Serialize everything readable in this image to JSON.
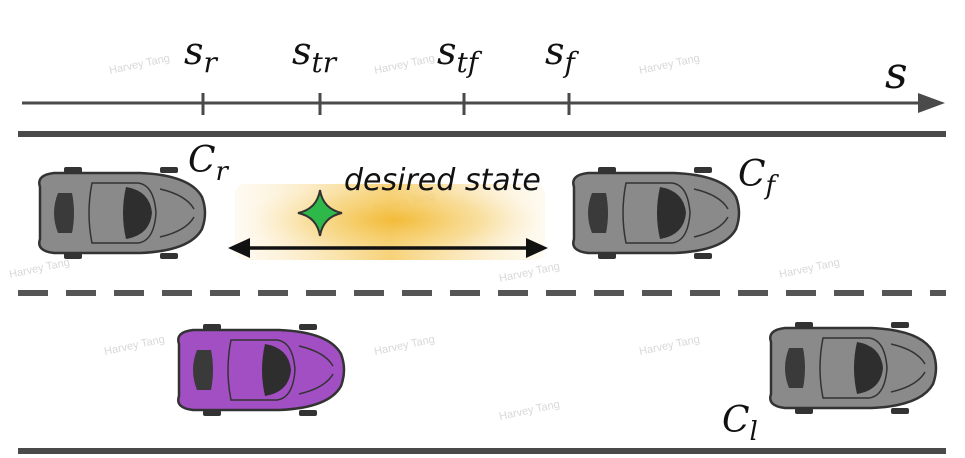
{
  "axis": {
    "label": "s",
    "ticks": [
      {
        "base": "s",
        "sub": "r"
      },
      {
        "base": "s",
        "sub": "tr"
      },
      {
        "base": "s",
        "sub": "tf"
      },
      {
        "base": "s",
        "sub": "f"
      }
    ]
  },
  "cars": {
    "rear": {
      "base": "C",
      "sub": "r",
      "color": "#8a8a8a"
    },
    "front": {
      "base": "C",
      "sub": "f",
      "color": "#8a8a8a"
    },
    "lead": {
      "base": "C",
      "sub": "l",
      "color": "#8a8a8a"
    },
    "ego": {
      "color": "#a24fc4"
    }
  },
  "desired_state": {
    "label": "desired state",
    "star_color": "#2fb84a",
    "glow_color": "#f2b82e"
  },
  "watermark": "Harvey Tang"
}
